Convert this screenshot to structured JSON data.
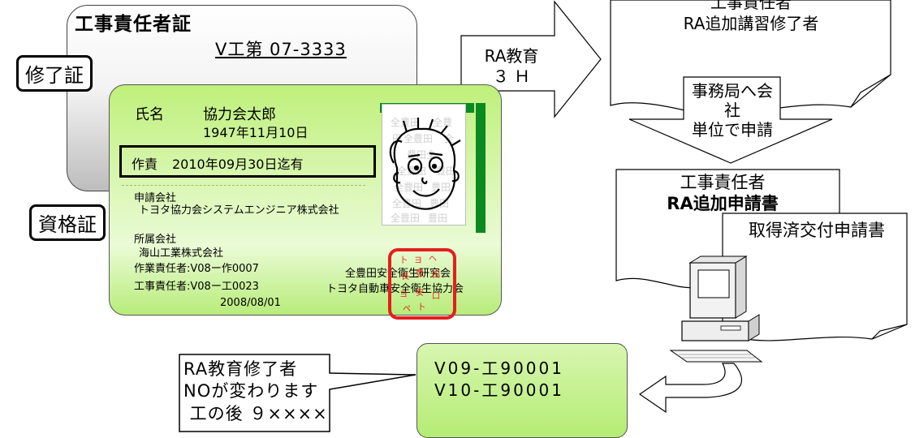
{
  "certificate": {
    "title": "工事責任者証",
    "number": "V工第 07-3333",
    "tag": "修了証"
  },
  "qualification_card": {
    "tag": "資格証",
    "name_label": "氏名",
    "name": "協力会太郎",
    "dob": "1947年11月10日",
    "validity_label": "作責",
    "validity_date": "2010年09月30日迄有",
    "applicant_label": "申請会社",
    "applicant_company": "トヨタ協力会システムエンジニア株式会社",
    "affiliation_label": "所属会社",
    "affiliation_company": "海山工業株式会社",
    "worker_id": "作業責任者:V08ー作0007",
    "manager_id": "工事責任者:V08ー工0023",
    "issue_date": "2008/08/01",
    "issuer_1": "全豊田安全衛生研究会",
    "issuer_2": "トヨタ自動車安全衛生協力会",
    "photo_watermark": "全豊田"
  },
  "ra_arrow": {
    "line1": "RA教育",
    "line2": "３ Ｈ"
  },
  "ra_completion_doc": {
    "line1": "工事責任者",
    "line2": "RA追加講習修了者"
  },
  "down_arrow": {
    "line1": "事務局へ会",
    "line2": "社",
    "line3": "単位で申請"
  },
  "application_doc": {
    "line1": "工事責任者",
    "line2": "RA追加申請書"
  },
  "acquired_doc": {
    "label": "取得済交付申請書"
  },
  "new_numbers": {
    "line1": "V09-工90001",
    "line2": "V10-工90001"
  },
  "callout": {
    "line1": "RA教育修了者",
    "line2": "NOが変わります",
    "line3": " 工の後 ９××××"
  },
  "colors": {
    "card_green": "#bff07b",
    "photo_frame": "#0a8a20",
    "stamp_red": "#e41e1e"
  }
}
